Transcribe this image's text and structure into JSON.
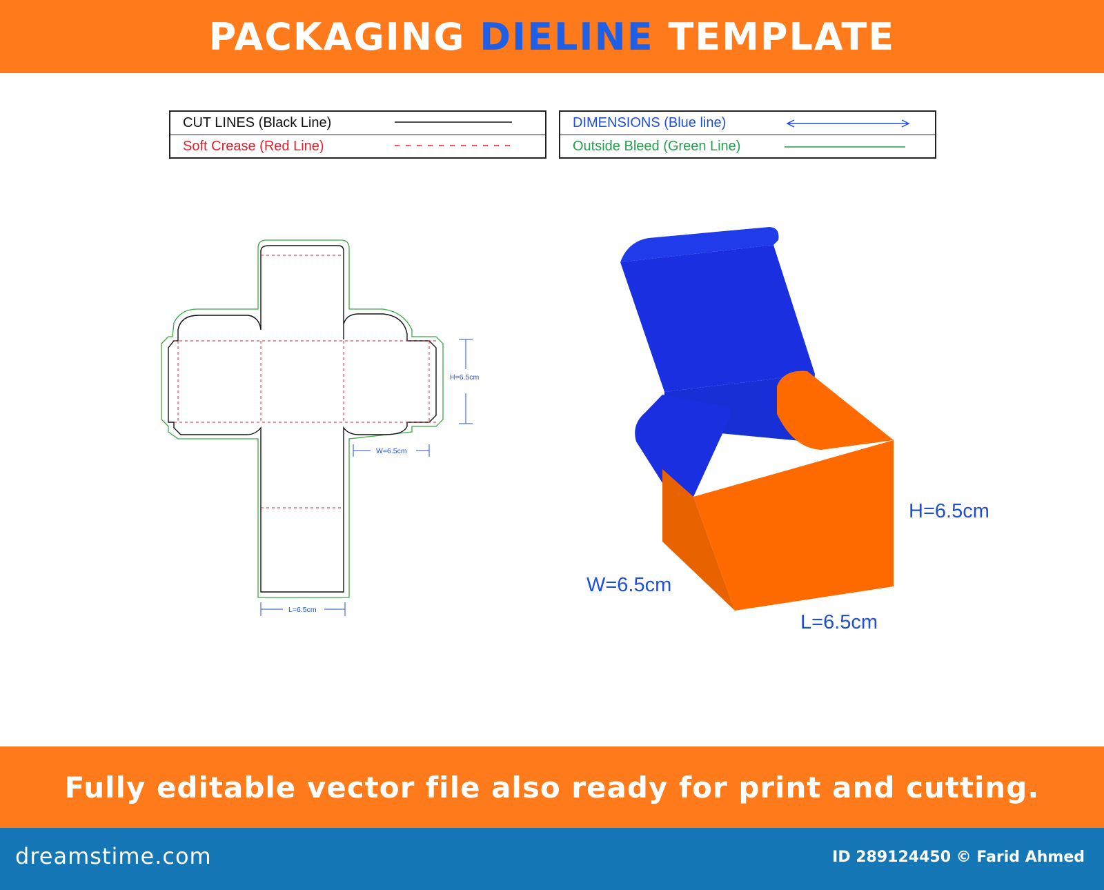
{
  "header": {
    "title_part1": "PACKAGING",
    "title_part2": "DIELINE",
    "title_part3": "TEMPLATE"
  },
  "legend": {
    "left": [
      {
        "label": "CUT LINES (Black Line)",
        "color": "#111111",
        "style": "solid"
      },
      {
        "label": "Soft Crease (Red Line)",
        "color": "#e0202a",
        "style": "dashed"
      }
    ],
    "right": [
      {
        "label": "DIMENSIONS (Blue line)",
        "color": "#1f4fd6",
        "style": "double-arrow"
      },
      {
        "label": "Outside Bleed (Green Line)",
        "color": "#22a04a",
        "style": "solid"
      }
    ]
  },
  "dieline": {
    "height_label": "H=6.5cm",
    "width_label": "W=6.5cm",
    "length_label": "L=6.5cm"
  },
  "box_3d": {
    "height_label": "H=6.5cm",
    "width_label": "W=6.5cm",
    "length_label": "L=6.5cm",
    "colors": {
      "inner": "#1a2fe0",
      "outer": "#ff6a00",
      "outer_dark": "#e86200"
    }
  },
  "footer": {
    "tagline": "Fully editable vector file also ready for print and cutting.",
    "brand": "dreamstime.com",
    "credit": "ID 289124450 © Farid Ahmed"
  }
}
